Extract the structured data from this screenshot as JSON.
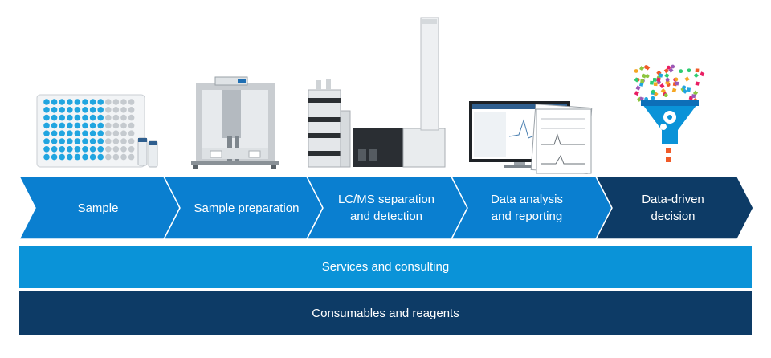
{
  "workflow": {
    "steps": [
      {
        "label": "Sample",
        "color": "#0a7fd0"
      },
      {
        "label": "Sample preparation",
        "color": "#0a7fd0"
      },
      {
        "label": "LC/MS separation\nand detection",
        "color": "#0a7fd0"
      },
      {
        "label": "Data analysis\nand reporting",
        "color": "#0a7fd0"
      },
      {
        "label": "Data-driven\ndecision",
        "color": "#0d3b66"
      }
    ]
  },
  "bands": {
    "services": "Services and consulting",
    "consumables": "Consumables and reagents"
  },
  "colors": {
    "accent_blue": "#0a7fd0",
    "light_blue": "#0a93d8",
    "navy": "#0d3b66"
  },
  "icons": [
    "well-plate-icon",
    "sample-prep-robot-icon",
    "lc-ms-instrument-icon",
    "data-monitor-report-icon",
    "decision-funnel-icon"
  ]
}
